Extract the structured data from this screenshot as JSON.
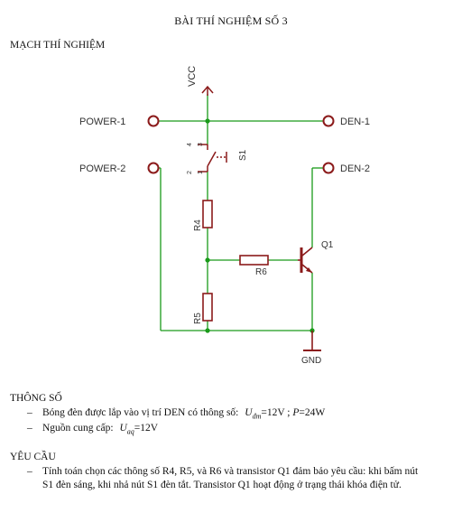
{
  "document": {
    "title": "BÀI THÍ NGHIỆM SỐ 3",
    "section_circuit": "MẠCH THÍ NGHIỆM",
    "section_params": "THÔNG SỐ",
    "params": {
      "bullet1_text": "Bóng đèn được lắp vào vị trí DEN có thông số:",
      "bullet1_U": "U",
      "bullet1_U_sub": "đm",
      "bullet1_eq": "=12V ;",
      "bullet1_P": "P",
      "bullet1_P_eq": "=24W",
      "bullet2_text": "Nguồn cung cấp:",
      "bullet2_U": "U",
      "bullet2_U_sub": "aq",
      "bullet2_eq": "=12V"
    },
    "section_requirements": "YÊU CẦU",
    "requirements": {
      "line1": "Tính toán chọn các thông số R4, R5, và R6 và transistor Q1 đảm bảo yêu cầu: khi bấm nút",
      "line2": "S1 đèn sáng, khi nhả nút S1 đèn tắt. Transistor Q1 hoạt động ở trạng thái khóa điện tử."
    },
    "dash": "–"
  },
  "circuit": {
    "vcc": "VCC",
    "power1": "POWER-1",
    "power2": "POWER-2",
    "den1": "DEN-1",
    "den2": "DEN-2",
    "s1": "S1",
    "pin4": "4",
    "pin3": "3",
    "pin2": "2",
    "pin1": "1",
    "r4": "R4",
    "r5": "R5",
    "r6": "R6",
    "q1": "Q1",
    "gnd": "GND",
    "colors": {
      "wire": "#1a9a1a",
      "component": "#8b1a1a",
      "label": "#333333"
    }
  }
}
